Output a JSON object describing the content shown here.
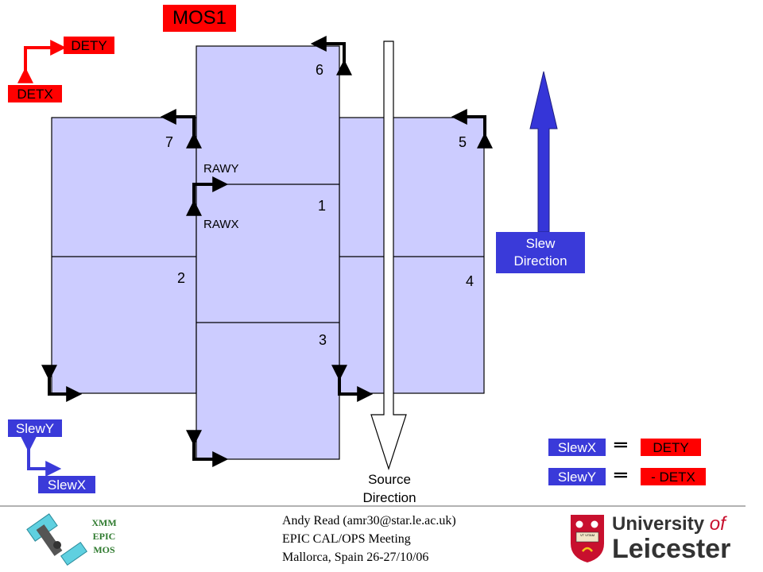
{
  "title": "MOS1",
  "det_axes": {
    "y": "DETY",
    "x": "DETX"
  },
  "ccds": [
    "1",
    "2",
    "3",
    "4",
    "5",
    "6",
    "7"
  ],
  "raw_axes": {
    "y": "RAWY",
    "x": "RAWX"
  },
  "slew": {
    "label_line1": "Slew",
    "label_line2": "Direction"
  },
  "source": {
    "label_line1": "Source",
    "label_line2": "Direction"
  },
  "slew_axes": {
    "y": "SlewY",
    "x": "SlewX"
  },
  "relations": [
    {
      "left": "SlewX",
      "right": "DETY"
    },
    {
      "left": "SlewY",
      "right": "- DETX"
    }
  ],
  "footer": {
    "xmm_lines": [
      "XMM",
      "EPIC",
      "MOS"
    ],
    "author": "Andy Read (amr30@star.le.ac.uk)",
    "meeting": "EPIC CAL/OPS Meeting",
    "place": "Mallorca, Spain 26-27/10/06",
    "logo_line1": "University",
    "logo_of": "of",
    "logo_line2": "Leicester",
    "motto_line1": "VT VITAM",
    "motto_line2": "HABEANT"
  },
  "colors": {
    "ccd_fill": "#ccccff",
    "red": "#ff0000",
    "blue": "#3a3ad9",
    "arrow_blue": "#3535d8"
  }
}
